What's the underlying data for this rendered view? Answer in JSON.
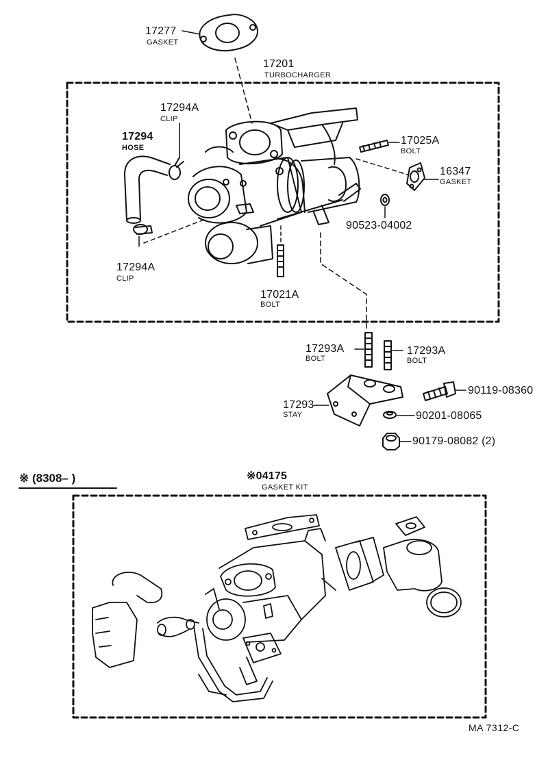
{
  "labels": {
    "gasket_17277": {
      "pn": "17277",
      "name": "GASKET"
    },
    "turbocharger_17201": {
      "pn": "17201",
      "name": "TURBOCHARGER"
    },
    "clip_17294a_top": {
      "pn": "17294A",
      "name": "CLIP"
    },
    "hose_17294": {
      "pn": "17294",
      "name": "HOSE"
    },
    "bolt_17025a": {
      "pn": "17025A",
      "name": "BOLT"
    },
    "gasket_16347": {
      "pn": "16347",
      "name": "GASKET"
    },
    "washer_90523": {
      "pn": "90523-04002"
    },
    "clip_17294a_bottom": {
      "pn": "17294A",
      "name": "CLIP"
    },
    "bolt_17021a": {
      "pn": "17021A",
      "name": "BOLT"
    },
    "bolt_17293a_left": {
      "pn": "17293A",
      "name": "BOLT"
    },
    "bolt_17293a_right": {
      "pn": "17293A",
      "name": "BOLT"
    },
    "bolt_90119": {
      "pn": "90119-08360"
    },
    "stay_17293": {
      "pn": "17293",
      "name": "STAY"
    },
    "washer_90201": {
      "pn": "90201-08065"
    },
    "nut_90179": {
      "pn": "90179-08082 (2)"
    }
  },
  "section": {
    "serial_range": "※ (8308–        )",
    "kit_pn": "※04175",
    "kit_name": "GASKET KIT"
  },
  "figure_ref": "MA  7312-C"
}
